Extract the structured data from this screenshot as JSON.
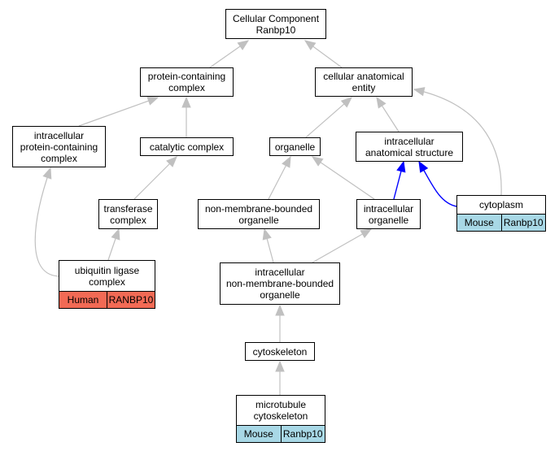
{
  "colors": {
    "edge_default": "#c0c0c0",
    "edge_highlight": "#0000ff",
    "human_tag": "#f26a55",
    "mouse_tag": "#a8d8e6"
  },
  "nodes": {
    "root": {
      "line1": "Cellular Component",
      "line2": "Ranbp10"
    },
    "protein_containing_complex": {
      "line1": "protein-containing",
      "line2": "complex"
    },
    "cellular_anatomical_entity": {
      "line1": "cellular anatomical",
      "line2": "entity"
    },
    "intracellular_protein_containing_complex": {
      "line1": "intracellular",
      "line2": "protein-containing",
      "line3": "complex"
    },
    "catalytic_complex": {
      "line1": "catalytic complex"
    },
    "organelle": {
      "line1": "organelle"
    },
    "intracellular_anatomical_structure": {
      "line1": "intracellular",
      "line2": "anatomical structure"
    },
    "transferase_complex": {
      "line1": "transferase",
      "line2": "complex"
    },
    "non_membrane_bounded_organelle": {
      "line1": "non-membrane-bounded",
      "line2": "organelle"
    },
    "intracellular_organelle": {
      "line1": "intracellular",
      "line2": "organelle"
    },
    "cytoplasm": {
      "line1": "cytoplasm",
      "species": "Mouse",
      "gene": "Ranbp10"
    },
    "ubiquitin_ligase_complex": {
      "line1": "ubiquitin ligase",
      "line2": "complex",
      "species": "Human",
      "gene": "RANBP10"
    },
    "intracellular_non_membrane_bounded_organelle": {
      "line1": "intracellular",
      "line2": "non-membrane-bounded",
      "line3": "organelle"
    },
    "cytoskeleton": {
      "line1": "cytoskeleton"
    },
    "microtubule_cytoskeleton": {
      "line1": "microtubule",
      "line2": "cytoskeleton",
      "species": "Mouse",
      "gene": "Ranbp10"
    }
  },
  "edges": [
    {
      "from": "protein_containing_complex",
      "to": "root",
      "highlight": false
    },
    {
      "from": "cellular_anatomical_entity",
      "to": "root",
      "highlight": false
    },
    {
      "from": "intracellular_protein_containing_complex",
      "to": "protein_containing_complex",
      "highlight": false
    },
    {
      "from": "catalytic_complex",
      "to": "protein_containing_complex",
      "highlight": false
    },
    {
      "from": "organelle",
      "to": "cellular_anatomical_entity",
      "highlight": false
    },
    {
      "from": "intracellular_anatomical_structure",
      "to": "cellular_anatomical_entity",
      "highlight": false
    },
    {
      "from": "cytoplasm",
      "to": "cellular_anatomical_entity",
      "highlight": false
    },
    {
      "from": "transferase_complex",
      "to": "catalytic_complex",
      "highlight": false
    },
    {
      "from": "non_membrane_bounded_organelle",
      "to": "organelle",
      "highlight": false
    },
    {
      "from": "intracellular_organelle",
      "to": "organelle",
      "highlight": false
    },
    {
      "from": "intracellular_organelle",
      "to": "intracellular_anatomical_structure",
      "highlight": true
    },
    {
      "from": "cytoplasm",
      "to": "intracellular_anatomical_structure",
      "highlight": true
    },
    {
      "from": "ubiquitin_ligase_complex",
      "to": "intracellular_protein_containing_complex",
      "highlight": false
    },
    {
      "from": "ubiquitin_ligase_complex",
      "to": "transferase_complex",
      "highlight": false
    },
    {
      "from": "intracellular_non_membrane_bounded_organelle",
      "to": "non_membrane_bounded_organelle",
      "highlight": false
    },
    {
      "from": "intracellular_non_membrane_bounded_organelle",
      "to": "intracellular_organelle",
      "highlight": false
    },
    {
      "from": "cytoskeleton",
      "to": "intracellular_non_membrane_bounded_organelle",
      "highlight": false
    },
    {
      "from": "microtubule_cytoskeleton",
      "to": "cytoskeleton",
      "highlight": false
    }
  ]
}
